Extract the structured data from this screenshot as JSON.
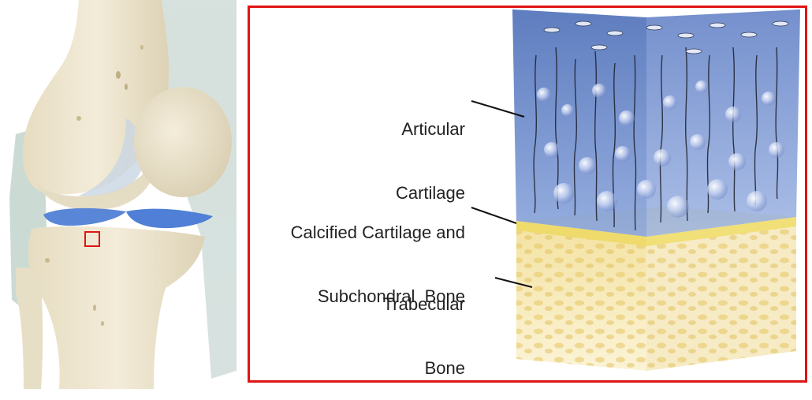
{
  "labels": {
    "articular": {
      "line1": "Articular",
      "line2": "Cartilage"
    },
    "calcified": {
      "line1": "Calcified Cartilage and",
      "line2": "Subchondral  Bone"
    },
    "trabecular": {
      "line1": "Trabecular",
      "line2": "Bone"
    }
  },
  "colors": {
    "frame": "#e01414",
    "bone": "#efe6cf",
    "cartilage": "#5f80c8",
    "subchondral": "#f3e27a",
    "trabecular": "#f5e6ad",
    "meniscus": "#4f7fd6"
  }
}
